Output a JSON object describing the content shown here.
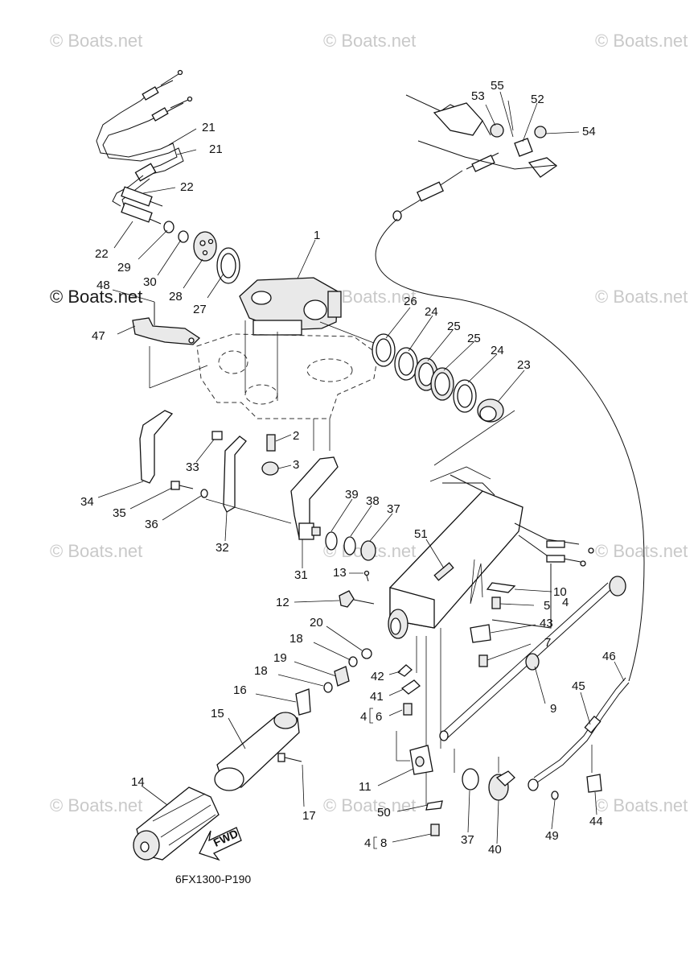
{
  "watermark": "© Boats.net",
  "diagram_code": "6FX1300-P190",
  "fwd_label": "FWD",
  "callouts": {
    "c1": "1",
    "c2": "2",
    "c3": "3",
    "c4a": "4",
    "c4b": "4",
    "c4c": "4",
    "c5": "5",
    "c6": "6",
    "c7": "7",
    "c8": "8",
    "c9": "9",
    "c10": "10",
    "c11": "11",
    "c12": "12",
    "c13": "13",
    "c14": "14",
    "c15": "15",
    "c16": "16",
    "c17": "17",
    "c18a": "18",
    "c18b": "18",
    "c19": "19",
    "c20": "20",
    "c21a": "21",
    "c21b": "21",
    "c22a": "22",
    "c22b": "22",
    "c23": "23",
    "c24a": "24",
    "c24b": "24",
    "c25a": "25",
    "c25b": "25",
    "c26": "26",
    "c27": "27",
    "c28": "28",
    "c29": "29",
    "c30": "30",
    "c31": "31",
    "c32": "32",
    "c33": "33",
    "c34": "34",
    "c35": "35",
    "c36": "36",
    "c37a": "37",
    "c37b": "37",
    "c38": "38",
    "c39": "39",
    "c40": "40",
    "c41": "41",
    "c42": "42",
    "c43": "43",
    "c44": "44",
    "c45": "45",
    "c46": "46",
    "c47": "47",
    "c48": "48",
    "c49": "49",
    "c50": "50",
    "c51": "51",
    "c52": "52",
    "c53": "53",
    "c54": "54",
    "c55": "55"
  }
}
